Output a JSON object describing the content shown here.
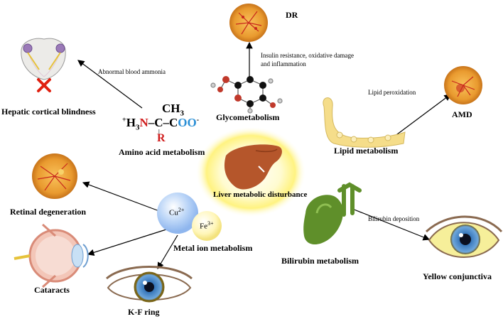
{
  "center": {
    "label": "Liver metabolic disturbance"
  },
  "nodes": {
    "hepatic_cortical_blindness": "Hepatic cortical blindness",
    "amino_acid": "Amino acid metabolism",
    "glycometabolism": "Glycometabolism",
    "dr": "DR",
    "amd": "AMD",
    "lipid": "Lipid metabolism",
    "retinal_degeneration": "Retinal degeneration",
    "metal_ion": "Metal ion metabolism",
    "cataracts": "Cataracts",
    "kf_ring": "K-F ring",
    "bilirubin": "Bilirubin metabolism",
    "yellow_conjunctiva": "Yellow conjunctiva"
  },
  "edges": {
    "ammonia": "Abnormal blood ammonia",
    "insulin_line1": "Insulin resistance, oxidative damage",
    "insulin_line2": "and inflammation",
    "lipid_perox": "Lipid peroxidation",
    "bilirubin_dep": "Bilirubin deposition"
  },
  "amino_formula": {
    "ch3": "CH",
    "ch3_sub": "3",
    "plus": "+",
    "h3": "H",
    "h3_sub": "3",
    "n": "N",
    "c_chain": "–C–C",
    "coo": "OO",
    "coo_charge": "-",
    "r": "R"
  },
  "ions": {
    "cu": "Cu",
    "cu_charge": "2+",
    "fe": "Fe",
    "fe_charge": "3+"
  },
  "colors": {
    "liver": "#b5562b",
    "glow": "#fff27a",
    "retina": "#e9a53a",
    "vessel": "#c8281c",
    "cu_ball": "#a9c9f5",
    "fe_ball": "#fff3a6",
    "gallbladder": "#5f8f2a",
    "formula_n": "#d01c1c",
    "formula_coo": "#2a8fd6",
    "lipid": "#f5dd8a",
    "arrow": "#000000"
  }
}
